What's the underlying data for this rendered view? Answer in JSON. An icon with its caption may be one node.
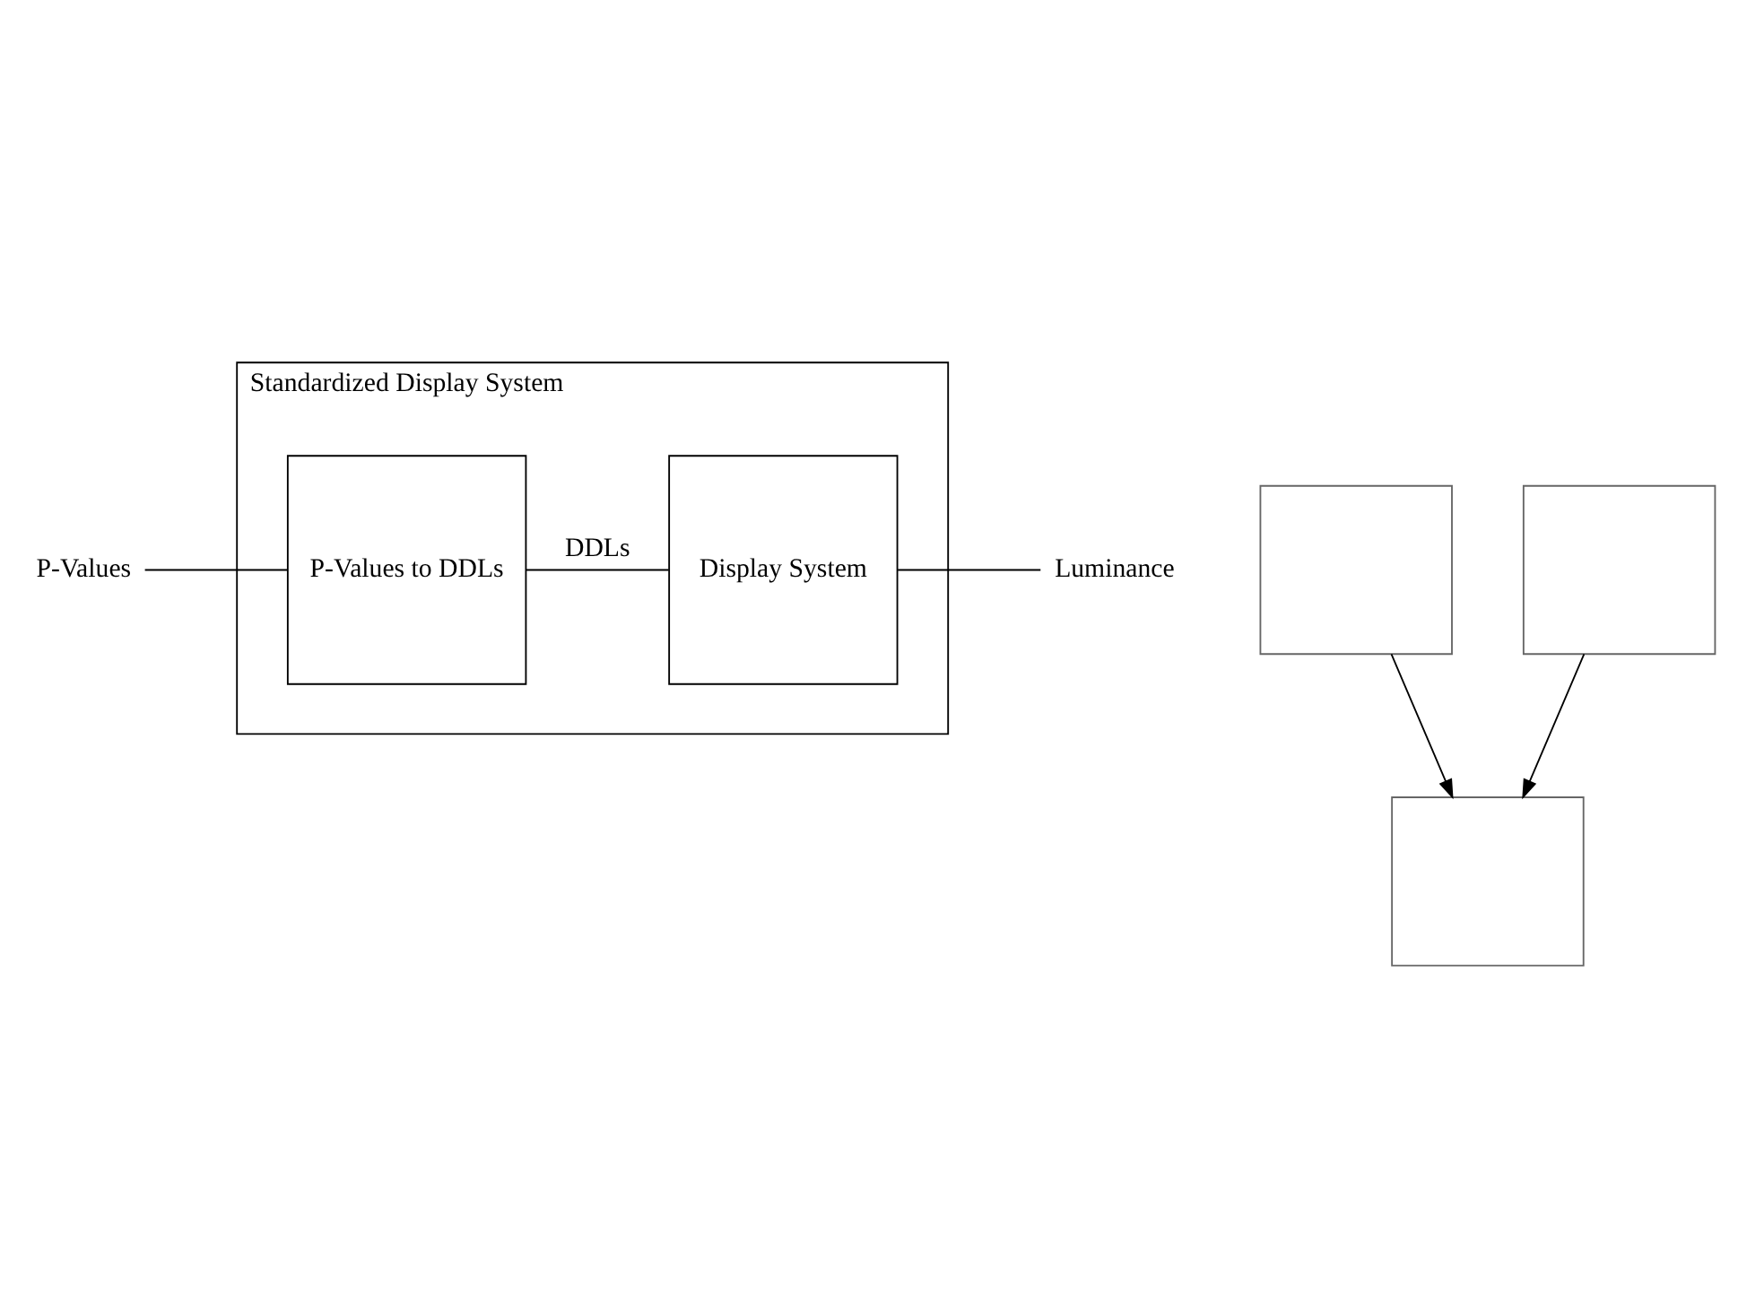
{
  "diagram": {
    "nodes": [
      {
        "text": [
          "P-Values"
        ]
      },
      {
        "text": [
          "Standardized Display System"
        ]
      },
      {
        "text": [
          "P-Values to DDLs"
        ],
        "in": 1
      },
      {
        "text": [
          "Display System"
        ],
        "in": 1
      },
      {
        "text": [
          "Luminance"
        ]
      },
      {
        "text": [],
        "shape": "box"
      },
      {
        "text": [],
        "shape": "box"
      },
      {
        "text": [],
        "shape": "box"
      }
    ],
    "edges": [
      {
        "from": 0,
        "to": 2,
        "arrow": "none"
      },
      {
        "from": 2,
        "to": 3,
        "arrow": "none",
        "label": "DDLs"
      },
      {
        "from": 3,
        "to": 4,
        "arrow": "none"
      },
      {
        "from": 5,
        "to": 7,
        "arrow": "to"
      },
      {
        "from": 6,
        "to": 7,
        "arrow": "to"
      }
    ]
  }
}
